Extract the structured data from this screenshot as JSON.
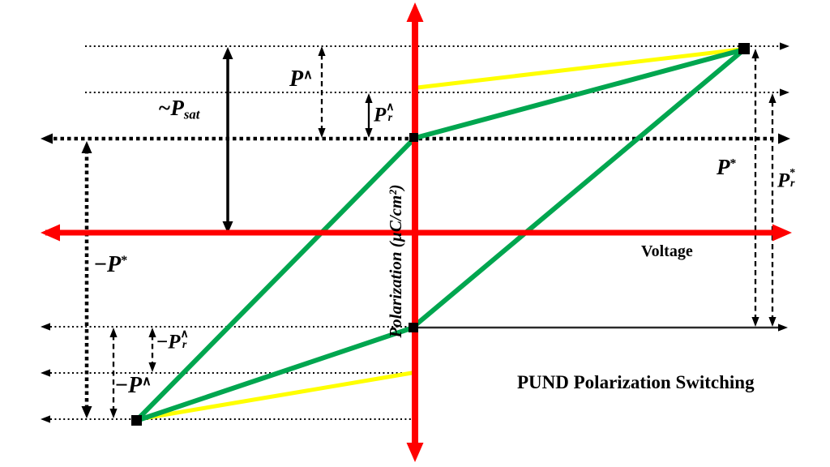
{
  "title": "PUND Polarization Switching",
  "axes": {
    "x_label": "Voltage",
    "y_label": "Polarization (µC/cm²)"
  },
  "labels": {
    "psat": {
      "prefix": "~",
      "base": "P",
      "sub": "sat"
    },
    "p_up": {
      "base": "P",
      "sup": "∧"
    },
    "pr_up": {
      "base": "P",
      "sub": "r",
      "sup": "∧"
    },
    "p_star": {
      "base": "P",
      "sup": "*"
    },
    "pr_star": {
      "base": "P",
      "sub": "r",
      "sup": "*"
    },
    "neg_p_star": {
      "sign": "−",
      "base": "P",
      "sup": "*"
    },
    "neg_pr_up": {
      "sign": "−",
      "base": "P",
      "sub": "r",
      "sup": "∧"
    },
    "neg_p_up": {
      "sign": "−",
      "base": "P",
      "sup": "∧"
    }
  },
  "figure": {
    "type": "schematic-diagram",
    "description": "PUND polarization switching schematic: switched (P*, green) and non-switched (P^, yellow) polarization paths between saturation and remanent points on a Polarization vs Voltage plot",
    "colors": {
      "axis": "#FF0000",
      "switching_path": "#00A64F",
      "non_switching_path": "#FFFF00",
      "marker": "#000000"
    },
    "markers": [
      {
        "name": "positive-saturation-point"
      },
      {
        "name": "positive-remanent-point"
      },
      {
        "name": "negative-remanent-point"
      },
      {
        "name": "negative-saturation-point"
      }
    ],
    "lines": [
      {
        "color": "green",
        "from": "negative-saturation-point",
        "to": "positive-remanent-point"
      },
      {
        "color": "green",
        "from": "positive-remanent-point",
        "to": "positive-saturation-point"
      },
      {
        "color": "green",
        "from": "negative-saturation-point",
        "to": "negative-remanent-point"
      },
      {
        "color": "green",
        "from": "negative-remanent-point",
        "to": "positive-saturation-point"
      },
      {
        "color": "yellow",
        "from": "zero-voltage-upper-level",
        "to": "positive-saturation-point"
      },
      {
        "color": "yellow",
        "from": "negative-saturation-point",
        "to": "zero-voltage-lower-level"
      }
    ]
  }
}
